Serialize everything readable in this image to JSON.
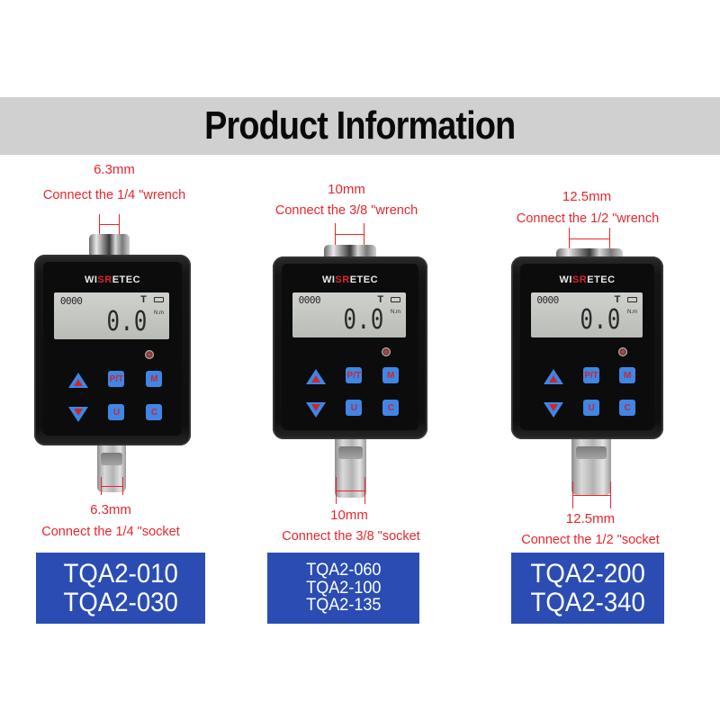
{
  "banner": {
    "title": "Product Information"
  },
  "brand": {
    "prefix": "WI",
    "middle": "SR",
    "suffix": "ETEC"
  },
  "display": {
    "counter": "0000",
    "mode": "T",
    "value": "0.0",
    "unit": "N.m"
  },
  "keys": {
    "up": "up-arrow",
    "down": "down-arrow",
    "pt": "P/T",
    "m": "M",
    "u": "U",
    "c": "C"
  },
  "colors": {
    "annotation_red": "#e8262c",
    "model_blue": "#2b4db3",
    "banner_gray": "#d0d0d0",
    "key_blue": "#3f86e6",
    "key_red": "#c8292f"
  },
  "products": [
    {
      "top_size": "6.3mm",
      "top_desc": "Connect the 1/4 \"wrench",
      "bottom_size": "6.3mm",
      "bottom_desc": "Connect the 1/4 \"socket",
      "models": [
        "TQA2-010",
        "TQA2-030"
      ]
    },
    {
      "top_size": "10mm",
      "top_desc": "Connect the 3/8 \"wrench",
      "bottom_size": "10mm",
      "bottom_desc": "Connect the 3/8 \"socket",
      "models": [
        "TQA2-060",
        "TQA2-100",
        "TQA2-135"
      ]
    },
    {
      "top_size": "12.5mm",
      "top_desc": "Connect the 1/2 \"wrench",
      "bottom_size": "12.5mm",
      "bottom_desc": "Connect the 1/2 \"socket",
      "models": [
        "TQA2-200",
        "TQA2-340"
      ]
    }
  ]
}
